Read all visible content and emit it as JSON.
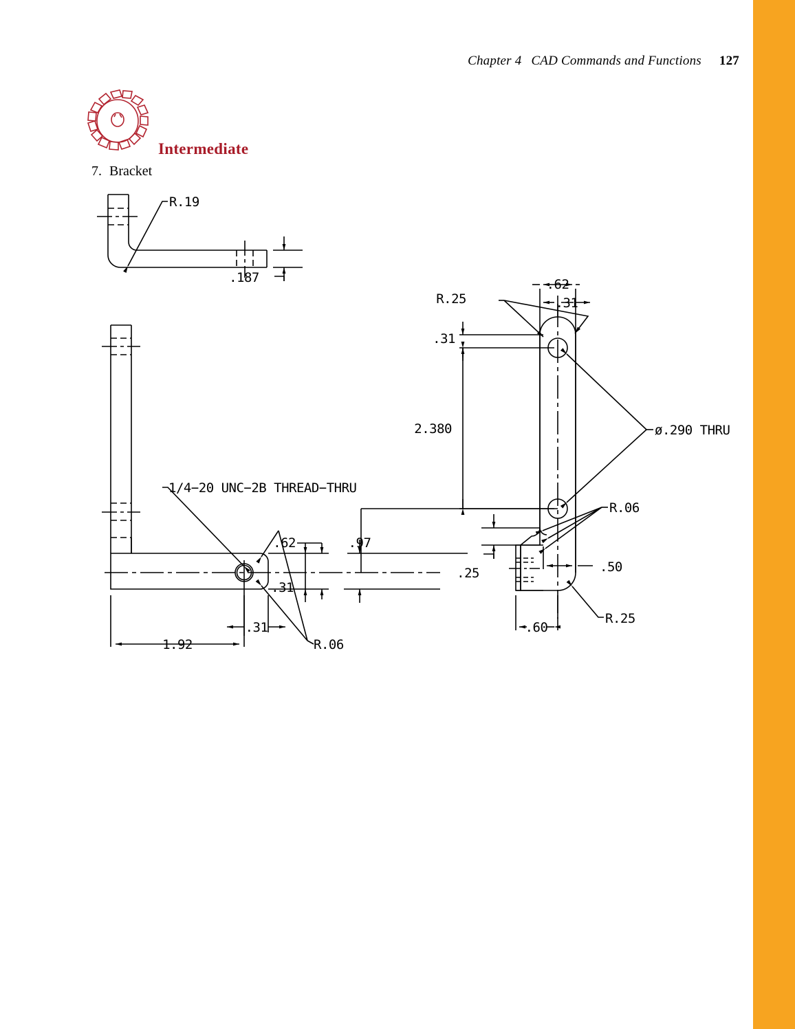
{
  "page": {
    "background_color": "#ffffff",
    "accent_bar_color": "#F7A420",
    "level_color": "#A81B28"
  },
  "header": {
    "chapter_number": "Chapter 4",
    "chapter_title": "CAD Commands and Functions",
    "page_number": "127"
  },
  "section": {
    "level_label": "Intermediate",
    "gear_icon_name": "gear-icon",
    "problem_number": "7.",
    "problem_title": "Bracket"
  },
  "drawing": {
    "title": "Bracket",
    "views": [
      {
        "name": "top-view",
        "labels": [
          "R.19",
          ".187"
        ]
      },
      {
        "name": "front-view",
        "labels": [
          "1/4-20 UNC-2B THREAD-THRU",
          ".62",
          ".31",
          ".97",
          ".31",
          "1.92",
          "R.06"
        ]
      },
      {
        "name": "side-view",
        "labels": [
          "R.25",
          ".62",
          ".31",
          ".31",
          "2.380",
          "ø.290 THRU",
          "R.06",
          ".25",
          ".50",
          ".60",
          "R.25"
        ]
      }
    ],
    "dimensions": {
      "top_radius": "R.19",
      "thickness": ".187",
      "thread_note": "1/4−20  UNC−2B  THREAD−THRU",
      "front_height_upper": ".62",
      "front_height_lower": ".31",
      "front_overall_height": ".97",
      "front_hole_offset": ".31",
      "front_length": "1.92",
      "front_fillet": "R.06",
      "side_corner_radius_top": "R.25",
      "side_width": ".62",
      "side_hole_center": ".31",
      "side_top_edge_to_hole": ".31",
      "side_hole_spacing": "2.380",
      "side_hole_size": "ø.290  THRU",
      "side_fillet": "R.06",
      "side_foot_height": ".25",
      "side_foot_offset": ".50",
      "side_foot_width": ".60",
      "side_corner_radius_bottom": "R.25"
    }
  }
}
